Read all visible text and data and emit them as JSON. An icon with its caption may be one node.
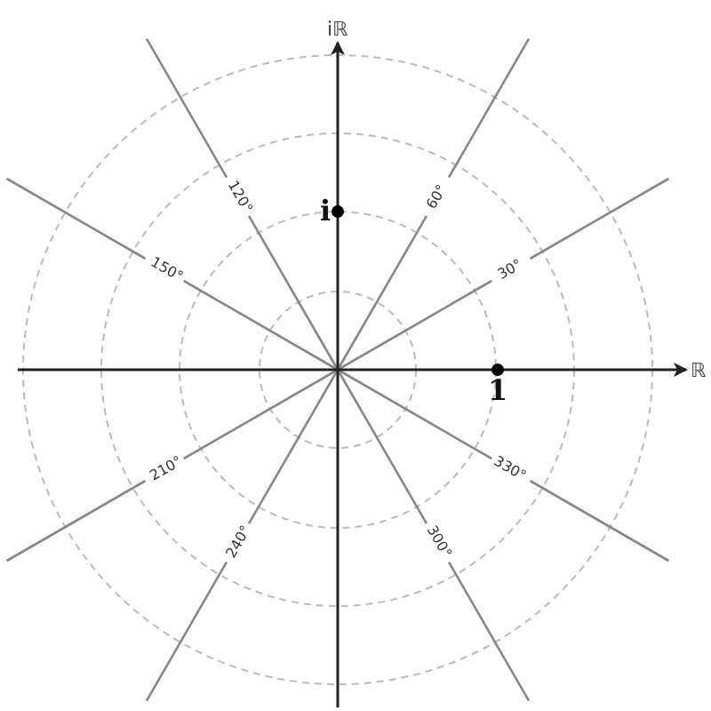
{
  "diagram": {
    "labels": [
      "iℝ",
      "120°",
      "i",
      "60°",
      "150°",
      "30°",
      "ℝ",
      "1",
      "210°",
      "330°",
      "240°",
      "300°"
    ]
  }
}
